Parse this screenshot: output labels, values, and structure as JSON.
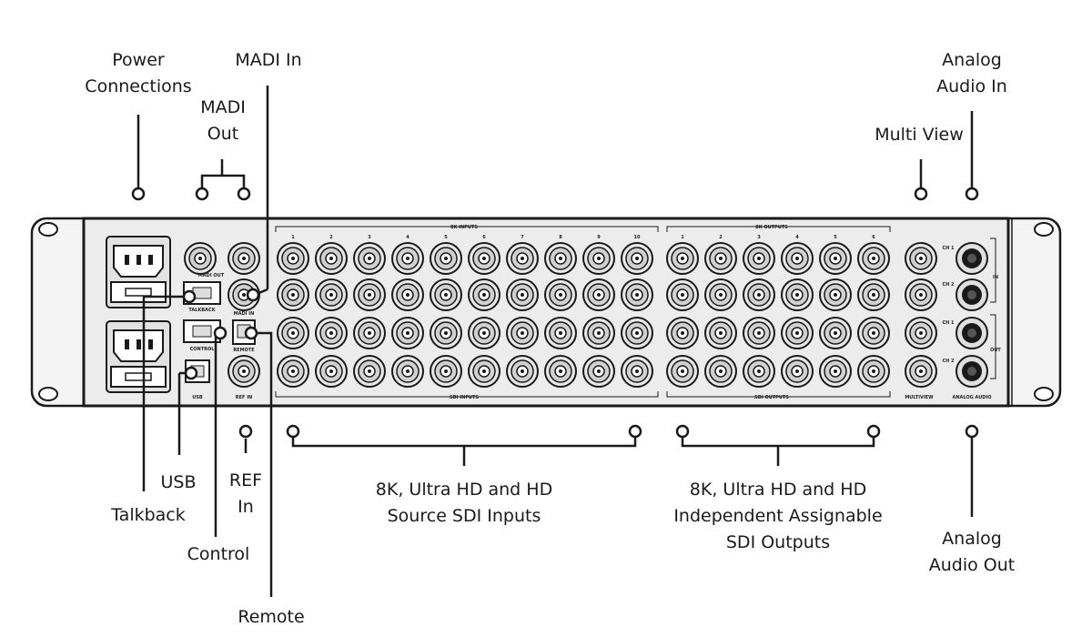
{
  "callouts": {
    "power_connections": "Power\nConnections",
    "madi_in": "MADI In",
    "madi_out": "MADI\nOut",
    "multi_view": "Multi View",
    "analog_audio_in": "Analog\nAudio In",
    "usb": "USB",
    "talkback": "Talkback",
    "ref_in": "REF\nIn",
    "control": "Control",
    "remote": "Remote",
    "sdi_inputs": "8K, Ultra HD and HD\nSource SDI Inputs",
    "sdi_outputs": "8K, Ultra HD and HD\nIndependent Assignable\nSDI Outputs",
    "analog_audio_out": "Analog\nAudio Out"
  },
  "panel_labels": {
    "sdi_inputs_top": "8K INPUTS",
    "sdi_inputs_bottom": "SDI INPUTS",
    "sdi_outputs_top": "8K OUTPUTS",
    "sdi_outputs_bottom": "SDI OUTPUTS",
    "madi_out": "MADI OUT",
    "madi_in": "MADI IN",
    "talkback": "TALKBACK",
    "control": "CONTROL",
    "remote": "REMOTE",
    "usb": "USB",
    "ref_in": "REF IN",
    "multiview": "MULTIVIEW",
    "analog_audio": "ANALOG AUDIO",
    "in": "IN",
    "out": "OUT"
  },
  "input_group_numbers": [
    "1",
    "2",
    "3",
    "4",
    "5",
    "6",
    "7",
    "8",
    "9",
    "10"
  ],
  "output_group_numbers": [
    "1",
    "2",
    "3",
    "4",
    "5",
    "6"
  ],
  "audio_channels": [
    "CH 1",
    "CH 2",
    "CH 1",
    "CH 2"
  ],
  "colors": {
    "line": "#1a1a1a",
    "panel": "#f4f4f4",
    "connector": "#d9d9d9"
  }
}
